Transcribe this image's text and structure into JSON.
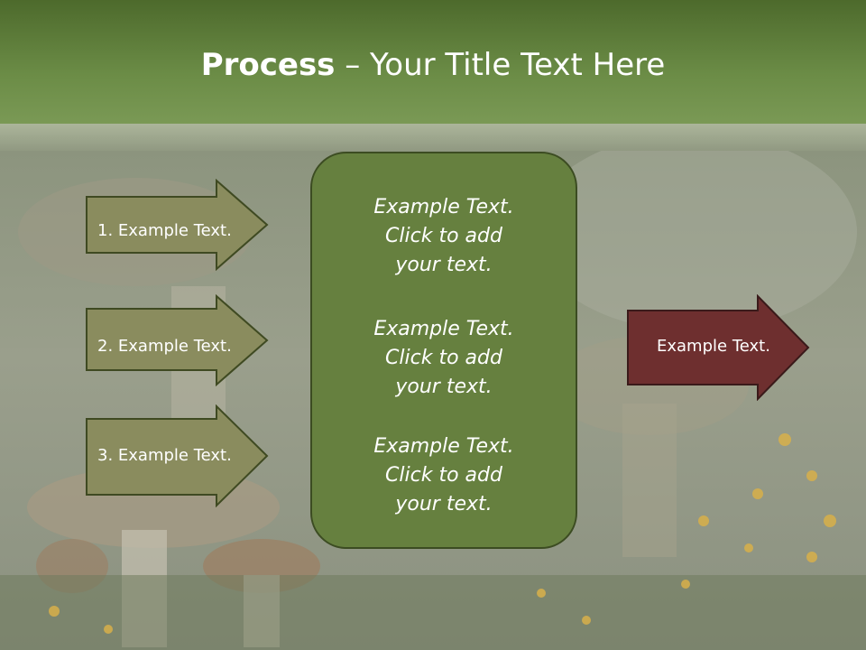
{
  "slide": {
    "title_bold": "Process",
    "title_rest": " – Your Title Text Here",
    "steps": [
      {
        "label": "1. Example Text."
      },
      {
        "label": "2. Example Text."
      },
      {
        "label": "3. Example Text."
      }
    ],
    "panel_blocks": [
      {
        "lines": [
          "Example Text.",
          "Click  to add",
          "your text."
        ]
      },
      {
        "lines": [
          "Example Text.",
          "Click  to add",
          "your text."
        ]
      },
      {
        "lines": [
          "Example Text.",
          "Click  to add",
          "your text."
        ]
      }
    ],
    "result_label": "Example Text."
  },
  "colors": {
    "header": "#5f7f3b",
    "step_arrow": "#8a8c5e",
    "panel": "#66803f",
    "result_arrow": "#6e2f2f"
  }
}
